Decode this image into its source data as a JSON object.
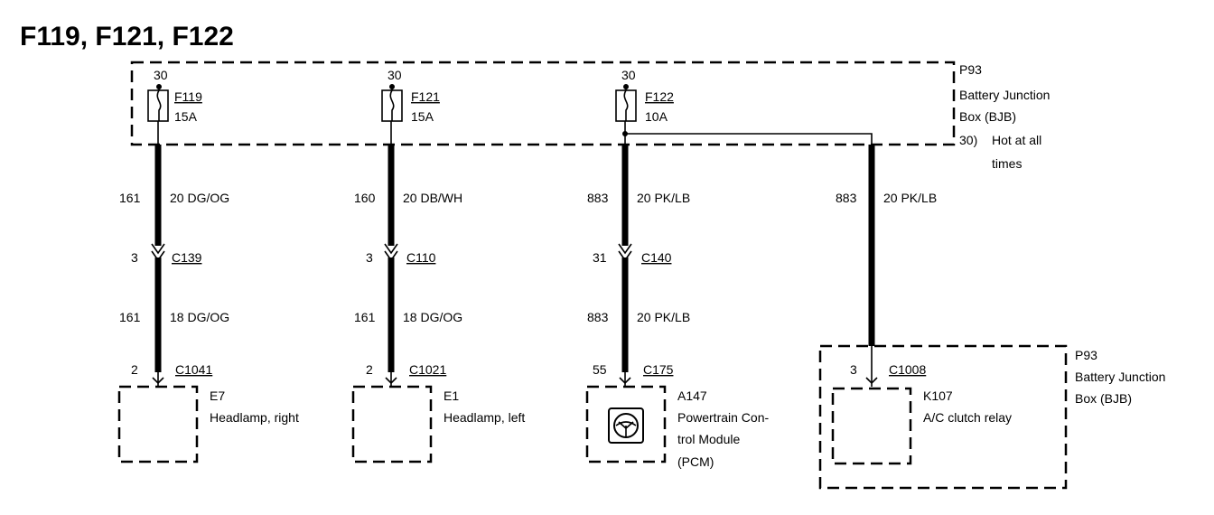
{
  "title": "F119, F121, F122",
  "bjb_top": {
    "lines": [
      "P93",
      "Battery Junction",
      "Box (BJB)"
    ],
    "note_key": "30)",
    "note_lines": [
      "Hot at all",
      "times"
    ]
  },
  "bjb_bottom": {
    "lines": [
      "P93",
      "Battery Junction",
      "Box (BJB)"
    ]
  },
  "fuses": [
    {
      "terminal": "30",
      "name": "F119",
      "rating": "15A"
    },
    {
      "terminal": "30",
      "name": "F121",
      "rating": "15A"
    },
    {
      "terminal": "30",
      "name": "F122",
      "rating": "10A"
    }
  ],
  "circuits": [
    {
      "upper_circuit": "161",
      "upper_wire": "20 DG/OG",
      "mid_pin": "3",
      "mid_connector": "C139",
      "lower_circuit": "161",
      "lower_wire": "18 DG/OG",
      "end_pin": "2",
      "end_connector": "C1041",
      "component_id": "E7",
      "component_lines": [
        "Headlamp, right"
      ]
    },
    {
      "upper_circuit": "160",
      "upper_wire": "20 DB/WH",
      "mid_pin": "3",
      "mid_connector": "C110",
      "lower_circuit": "161",
      "lower_wire": "18 DG/OG",
      "end_pin": "2",
      "end_connector": "C1021",
      "component_id": "E1",
      "component_lines": [
        "Headlamp, left"
      ]
    },
    {
      "upper_circuit": "883",
      "upper_wire": "20 PK/LB",
      "mid_pin": "31",
      "mid_connector": "C140",
      "lower_circuit": "883",
      "lower_wire": "20 PK/LB",
      "end_pin": "55",
      "end_connector": "C175",
      "component_id": "A147",
      "component_lines": [
        "Powertrain Con-",
        "trol Module",
        "(PCM)"
      ]
    },
    {
      "upper_circuit": "883",
      "upper_wire": "20 PK/LB",
      "end_pin": "3",
      "end_connector": "C1008",
      "component_id": "K107",
      "component_lines": [
        "A/C clutch relay"
      ]
    }
  ]
}
